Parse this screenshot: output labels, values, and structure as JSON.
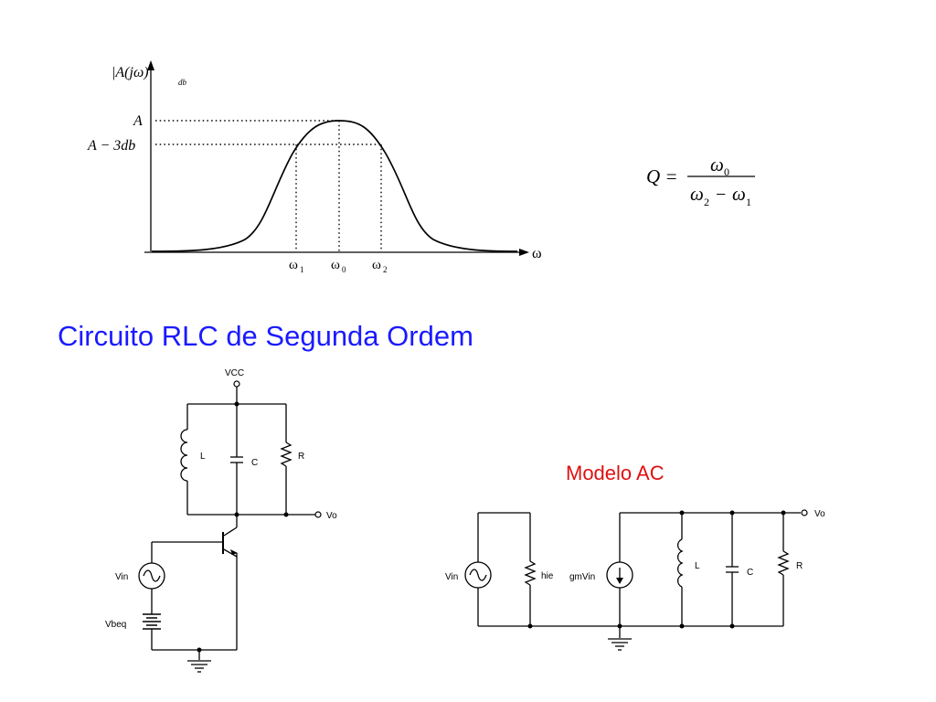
{
  "response_graph": {
    "y_axis_label": "|A(jω)|",
    "y_axis_subscript": "db",
    "level_A": "A",
    "level_A_minus_3db": "A − 3db",
    "x_axis_label": "ω",
    "omega_1": "ω",
    "omega_1_sub": "1",
    "omega_0": "ω",
    "omega_0_sub": "0",
    "omega_2": "ω",
    "omega_2_sub": "2"
  },
  "formula": {
    "lhs": "Q =",
    "numerator": "ω",
    "numerator_sub": "0",
    "denominator_a": "ω",
    "denominator_a_sub": "2",
    "denominator_minus": "−",
    "denominator_b": "ω",
    "denominator_b_sub": "1"
  },
  "heading": "Circuito RLC de Segunda Ordem",
  "circuit": {
    "vcc": "VCC",
    "inductor": "L",
    "capacitor": "C",
    "resistor": "R",
    "output": "Vo",
    "source": "Vin",
    "bias": "Vbeq"
  },
  "ac_model": {
    "title": "Modelo AC",
    "source": "Vin",
    "hie": "hie",
    "current_source": "gmVin",
    "inductor": "L",
    "capacitor": "C",
    "resistor": "R",
    "output": "Vo"
  }
}
